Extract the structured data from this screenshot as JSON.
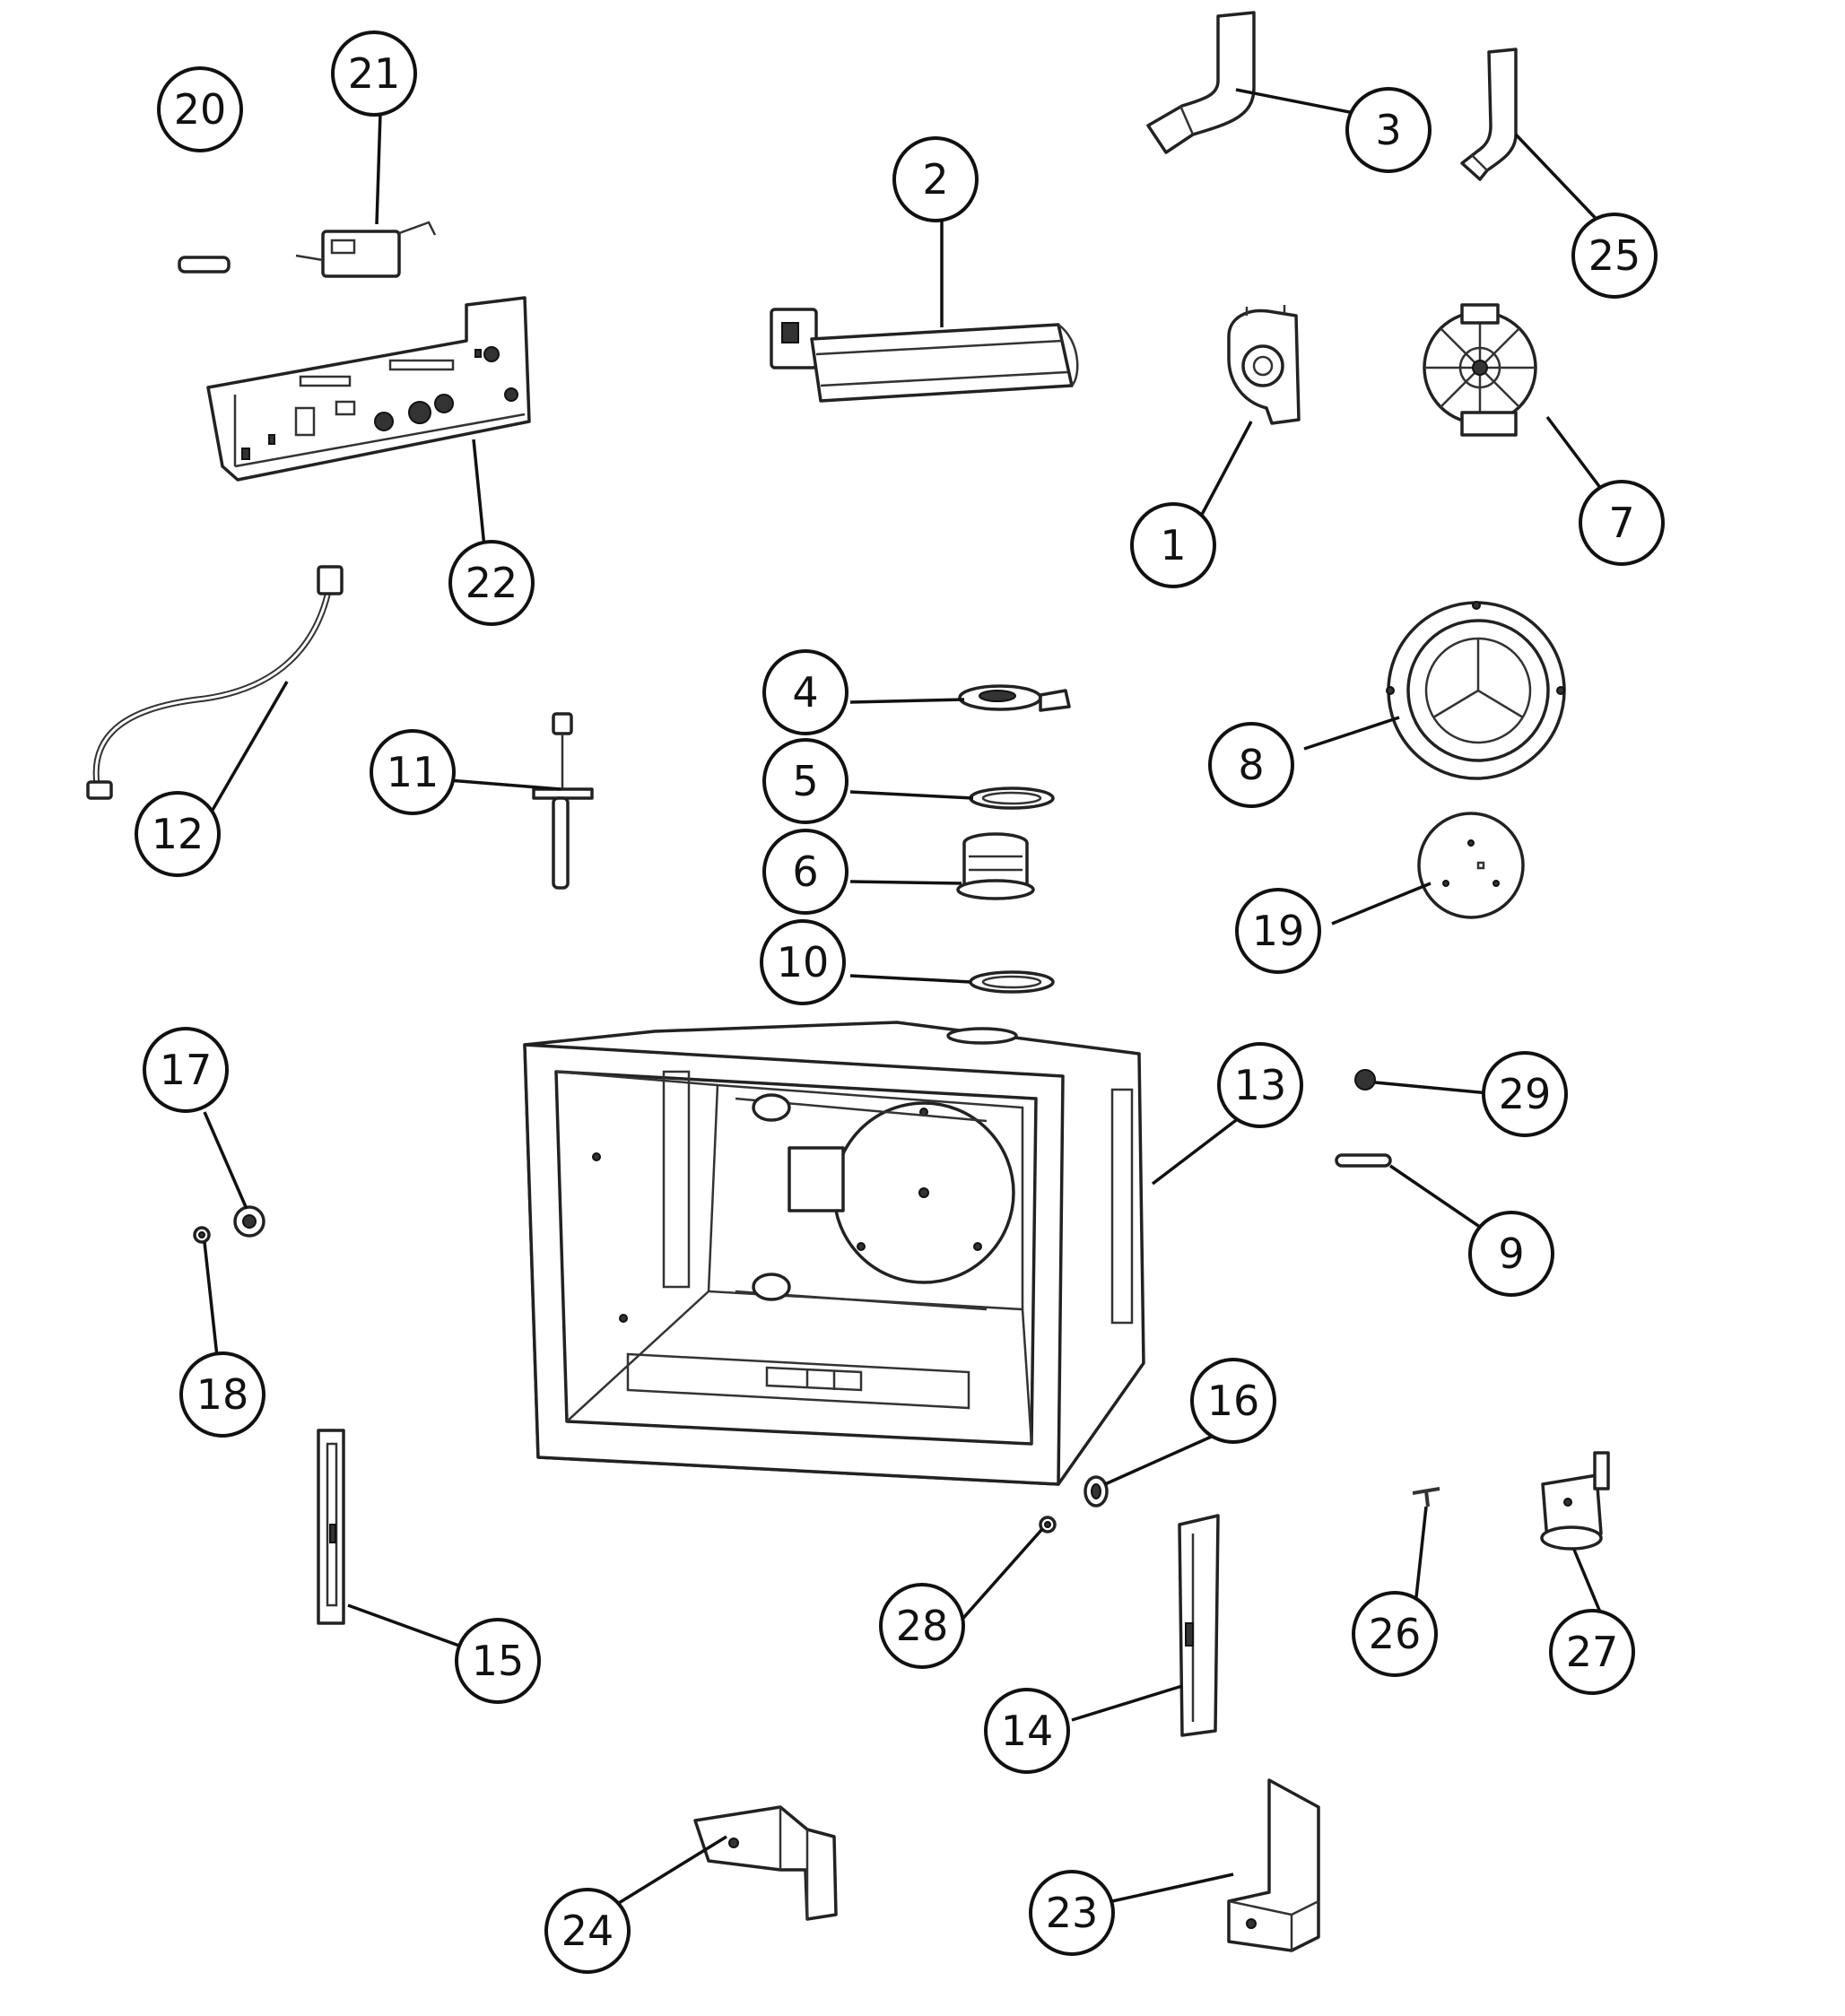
{
  "diagram": {
    "type": "exploded-parts-diagram",
    "colors": {
      "ink": "#111111",
      "paper": "#ffffff"
    },
    "callouts": [
      {
        "id": "1",
        "label": "1"
      },
      {
        "id": "2",
        "label": "2"
      },
      {
        "id": "3",
        "label": "3"
      },
      {
        "id": "4",
        "label": "4"
      },
      {
        "id": "5",
        "label": "5"
      },
      {
        "id": "6",
        "label": "6"
      },
      {
        "id": "7",
        "label": "7"
      },
      {
        "id": "8",
        "label": "8"
      },
      {
        "id": "9",
        "label": "9"
      },
      {
        "id": "10",
        "label": "10"
      },
      {
        "id": "11",
        "label": "11"
      },
      {
        "id": "12",
        "label": "12"
      },
      {
        "id": "13",
        "label": "13"
      },
      {
        "id": "14",
        "label": "14"
      },
      {
        "id": "15",
        "label": "15"
      },
      {
        "id": "16",
        "label": "16"
      },
      {
        "id": "17",
        "label": "17"
      },
      {
        "id": "18",
        "label": "18"
      },
      {
        "id": "19",
        "label": "19"
      },
      {
        "id": "20",
        "label": "20"
      },
      {
        "id": "21",
        "label": "21"
      },
      {
        "id": "22",
        "label": "22"
      },
      {
        "id": "23",
        "label": "23"
      },
      {
        "id": "24",
        "label": "24"
      },
      {
        "id": "25",
        "label": "25"
      },
      {
        "id": "26",
        "label": "26"
      },
      {
        "id": "27",
        "label": "27"
      },
      {
        "id": "28",
        "label": "28"
      },
      {
        "id": "29",
        "label": "29"
      }
    ]
  }
}
